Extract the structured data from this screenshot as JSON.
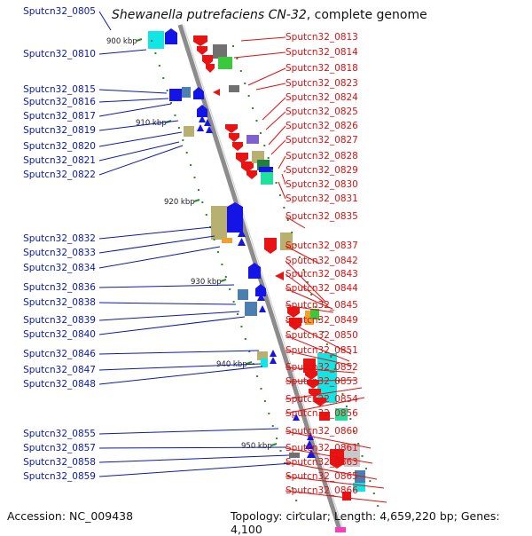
{
  "title": {
    "organism": "Shewanella putrefaciens CN-32",
    "suffix": ", complete genome"
  },
  "footer": {
    "accession": "Accession: NC_009438",
    "summary": "Topology: circular; Length: 4,659,220 bp; Genes: 4,100"
  },
  "colors": {
    "left_label": "#0a1aa8",
    "right_label": "#e01010",
    "backbone": "#8c8c8c",
    "tick": "#2a8a2a"
  },
  "kbp_ticks": [
    "900 kbp",
    "910 kbp",
    "920 kbp",
    "930 kbp",
    "940 kbp",
    "950 kbp"
  ],
  "left_genes": [
    "Sputcn32_0805",
    "Sputcn32_0810",
    "Sputcn32_0815",
    "Sputcn32_0816",
    "Sputcn32_0817",
    "Sputcn32_0819",
    "Sputcn32_0820",
    "Sputcn32_0821",
    "Sputcn32_0822",
    "Sputcn32_0832",
    "Sputcn32_0833",
    "Sputcn32_0834",
    "Sputcn32_0836",
    "Sputcn32_0838",
    "Sputcn32_0839",
    "Sputcn32_0840",
    "Sputcn32_0846",
    "Sputcn32_0847",
    "Sputcn32_0848",
    "Sputcn32_0855",
    "Sputcn32_0857",
    "Sputcn32_0858",
    "Sputcn32_0859"
  ],
  "right_genes": [
    "Sputcn32_0813",
    "Sputcn32_0814",
    "Sputcn32_0818",
    "Sputcn32_0823",
    "Sputcn32_0824",
    "Sputcn32_0825",
    "Sputcn32_0826",
    "Sputcn32_0827",
    "Sputcn32_0828",
    "Sputcn32_0829",
    "Sputcn32_0830",
    "Sputcn32_0831",
    "Sputcn32_0835",
    "Sputcn32_0837",
    "Sputcn32_0842",
    "Sputcn32_0843",
    "Sputcn32_0844",
    "Sputcn32_0845",
    "Sputcn32_0849",
    "Sputcn32_0850",
    "Sputcn32_0851",
    "Sputcn32_0852",
    "Sputcn32_0853",
    "Sputcn32_0854",
    "Sputcn32_0856",
    "Sputcn32_0860",
    "Sputcn32_0861",
    "Sputcn32_0863",
    "Sputcn32_0865",
    "Sputcn32_0866"
  ]
}
